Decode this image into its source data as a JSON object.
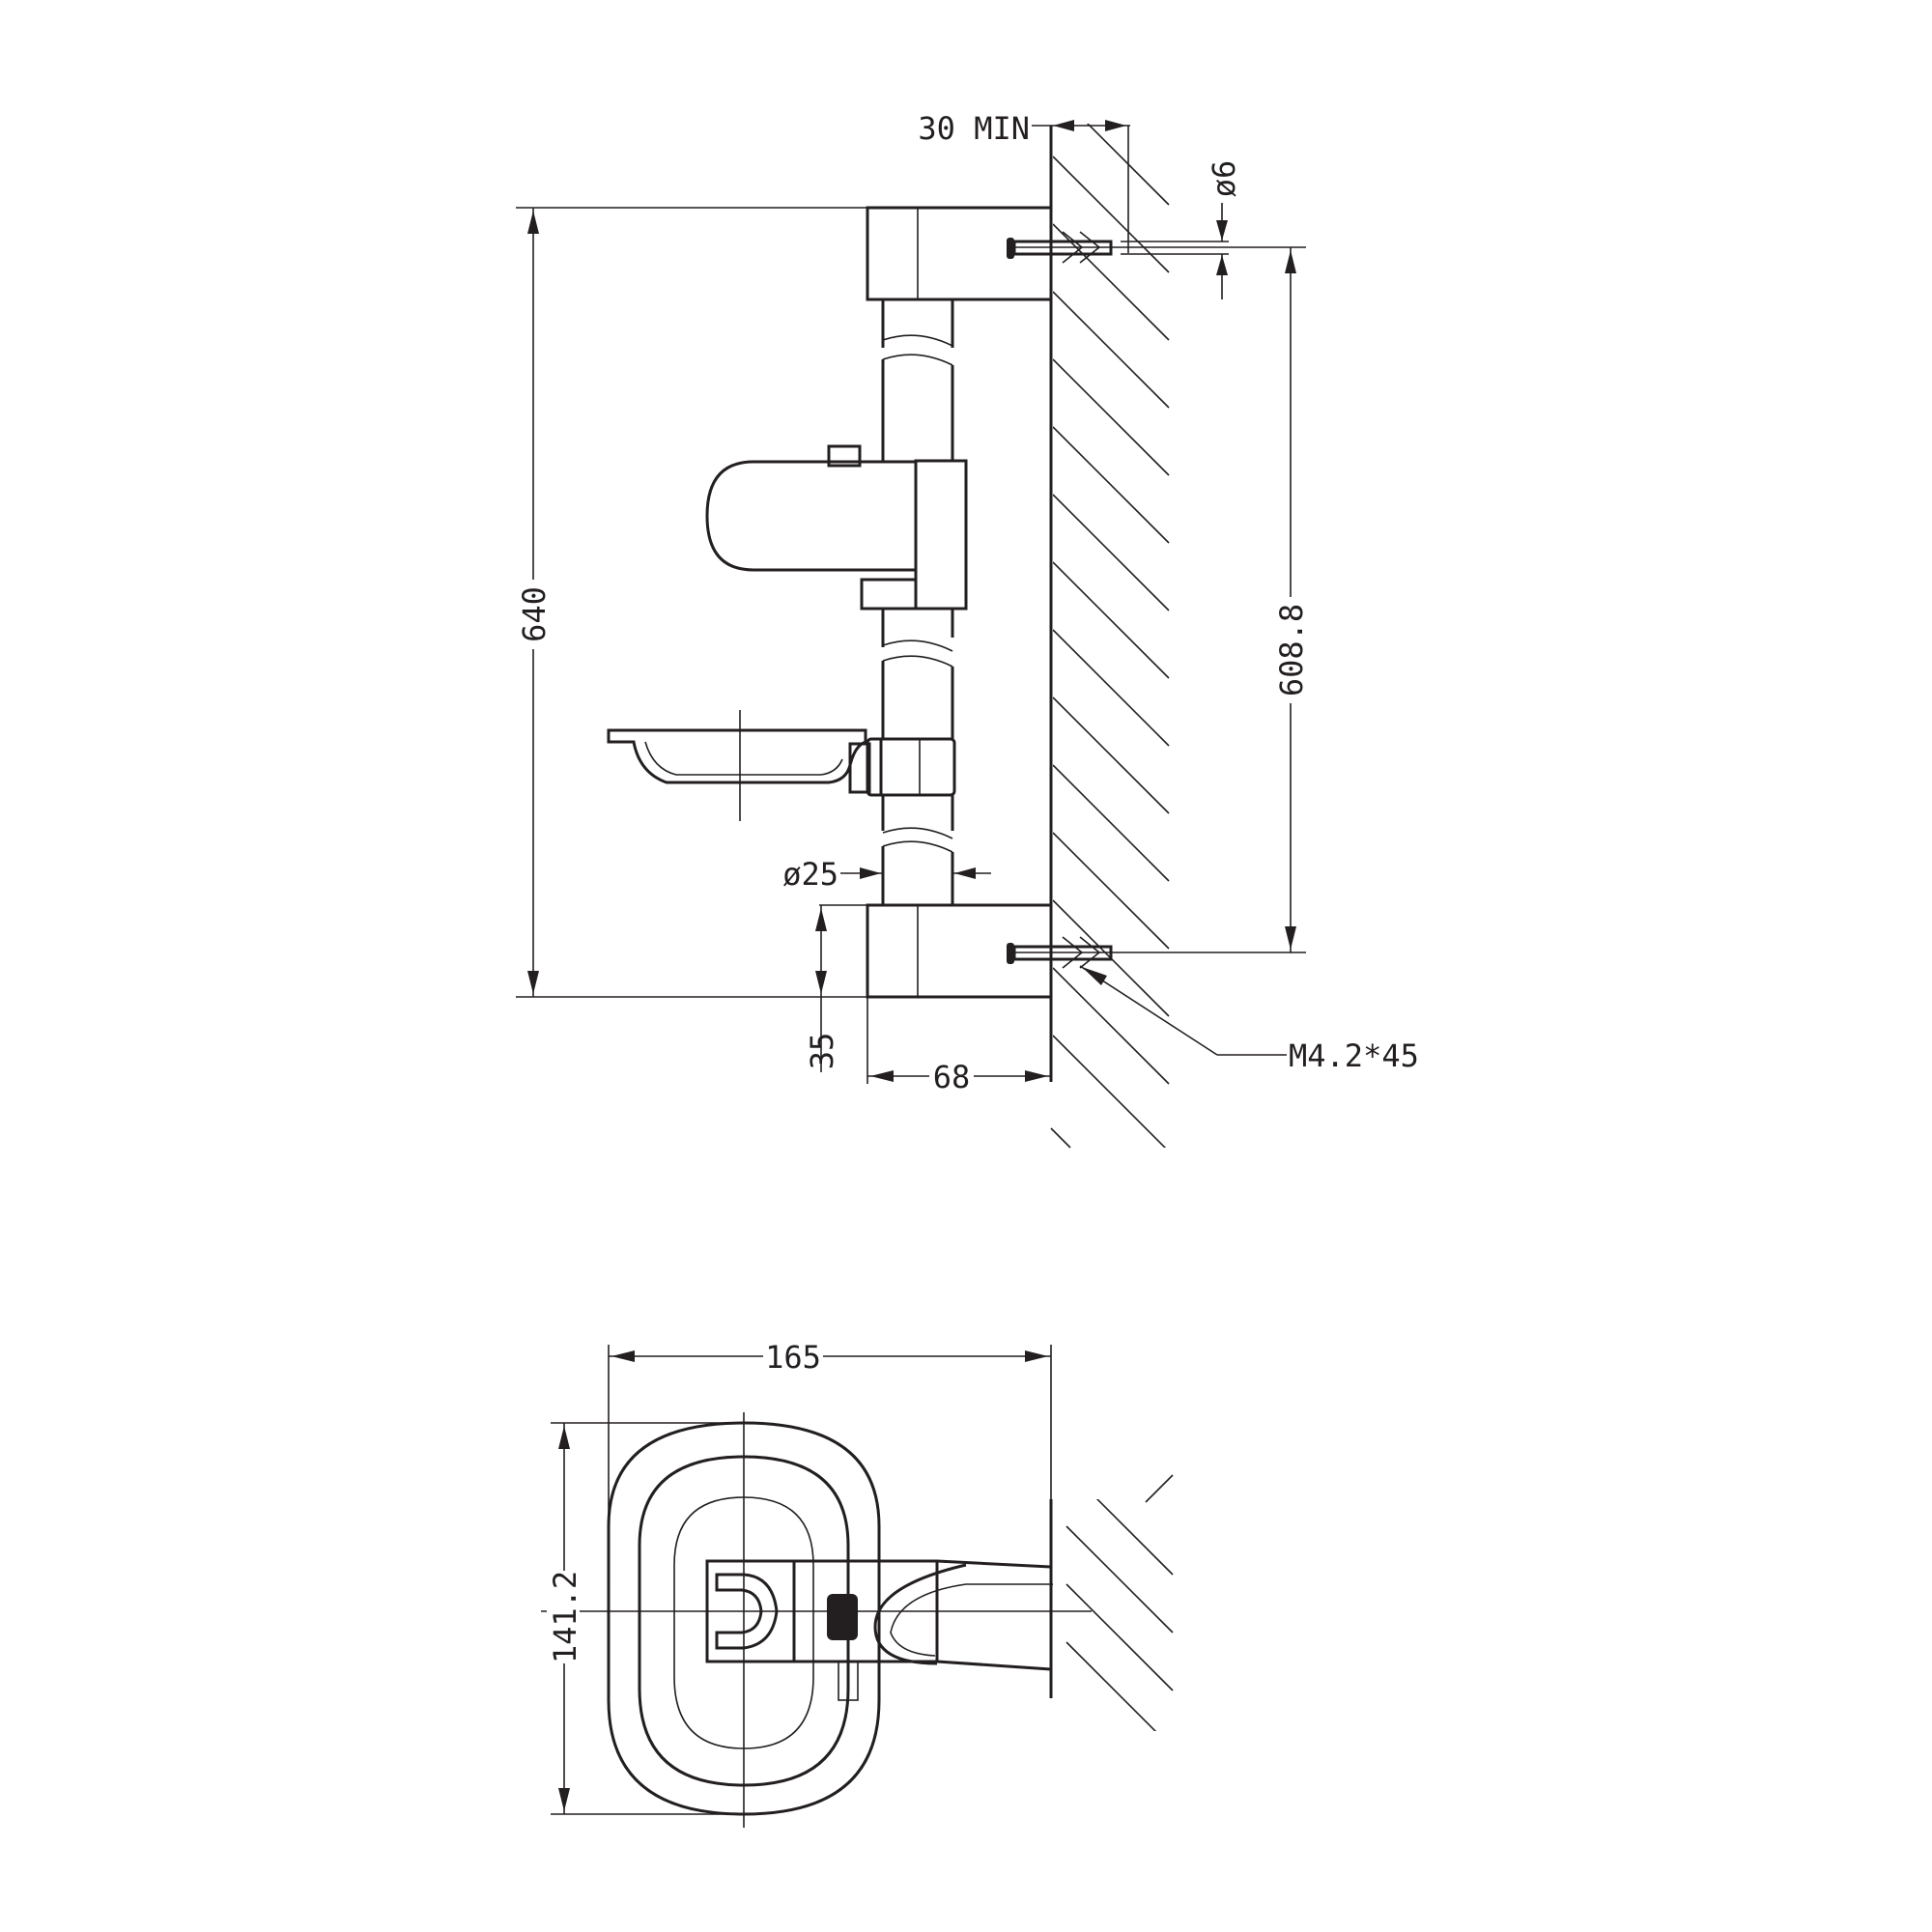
{
  "side_view": {
    "dims": {
      "min_clearance": "30 MIN",
      "hole_diameter": "ø6",
      "total_height": "640",
      "screw_spacing": "608.8",
      "bar_diameter": "ø25",
      "bracket_height": "35",
      "bracket_depth": "68",
      "screw_spec": "M4.2*45"
    }
  },
  "top_view": {
    "dims": {
      "overall_width": "165",
      "overall_depth": "141.2"
    }
  },
  "colors": {
    "line": "#231f20",
    "background": "#ffffff"
  }
}
